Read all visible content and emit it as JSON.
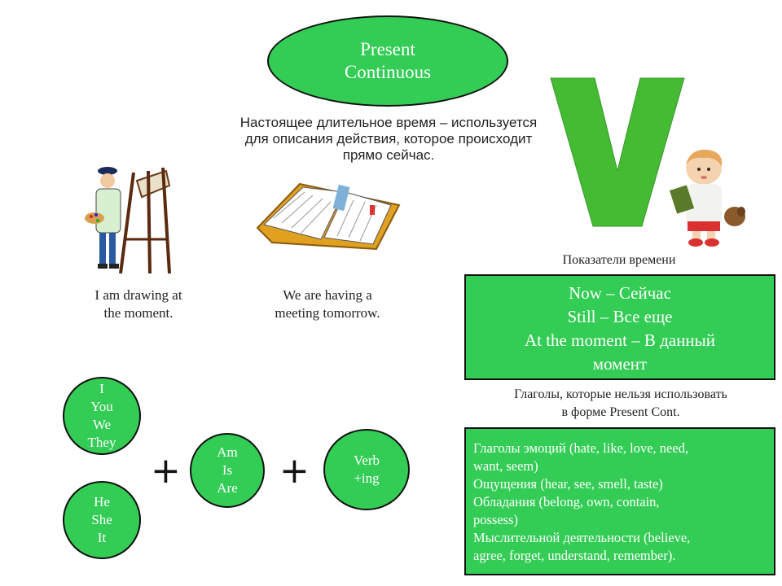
{
  "title": {
    "line1": "Present",
    "line2": "Continuous"
  },
  "definition": [
    "Настоящее длительное  время – используется",
    "для описания действия, которое происходит",
    "прямо сейчас."
  ],
  "examples": {
    "drawing": [
      "I am drawing at",
      "the moment."
    ],
    "meeting": [
      "We are having a",
      "meeting tomorrow."
    ]
  },
  "big_letter": "V",
  "time_markers": {
    "heading": "Показатели времени",
    "items": [
      "Now – Сейчас",
      "Still – Все еще",
      "At the moment – В данный",
      "момент"
    ]
  },
  "stative_verbs": {
    "heading": [
      "Глаголы, которые нельзя использовать",
      "в форме Present Cont."
    ],
    "items": [
      "Глаголы эмоций (hate, like, love, need,",
      "want, seem)",
      "Ощущения (hear, see, smell, taste)",
      "Обладания (belong, own, contain,",
      "possess)",
      "Мыслительной деятельности (believe,",
      "agree, forget, understand, remember)."
    ]
  },
  "formula": {
    "pronouns_plural": [
      "I",
      "You",
      "We",
      "They"
    ],
    "pronouns_singular": [
      "He",
      "She",
      "It"
    ],
    "plus": "+",
    "be_forms": [
      "Am",
      "Is",
      "Are"
    ],
    "verb": [
      "Verb",
      "+ing"
    ]
  },
  "colors": {
    "green": "#33cc55",
    "border": "#111111"
  }
}
